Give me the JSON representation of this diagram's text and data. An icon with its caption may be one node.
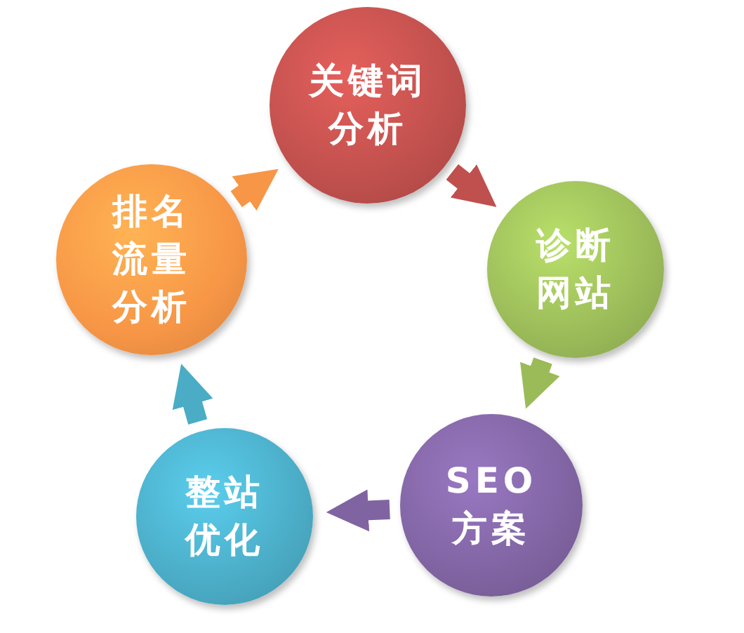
{
  "diagram": {
    "nodes": [
      {
        "text": [
          "关键词分析"
        ]
      },
      {
        "text": [
          "诊断网站"
        ]
      },
      {
        "text": [
          "SEO方案"
        ]
      },
      {
        "text": [
          "整站优化"
        ]
      },
      {
        "text": [
          "排名流量分析"
        ]
      }
    ],
    "edges": [
      {
        "from": 4,
        "to": 0,
        "arrow": "to",
        "color": "#f79646"
      },
      {
        "from": 0,
        "to": 1,
        "arrow": "to",
        "color": "#c0504d"
      },
      {
        "from": 1,
        "to": 2,
        "arrow": "to",
        "color": "#9bbb59"
      },
      {
        "from": 2,
        "to": 3,
        "arrow": "to",
        "color": "#8064a2"
      },
      {
        "from": 3,
        "to": 4,
        "arrow": "to",
        "color": "#4bacc6"
      }
    ]
  }
}
